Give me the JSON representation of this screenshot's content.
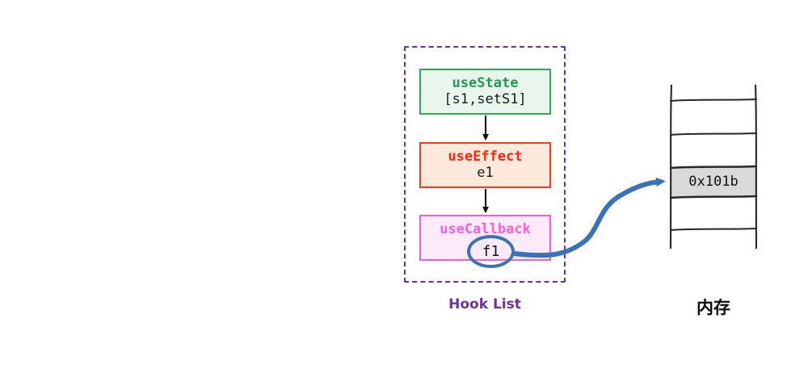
{
  "diagram": {
    "title_hooklist": "Hook List",
    "title_memory": "内存",
    "hooks": [
      {
        "name": "useState",
        "value": "[s1,setS1]",
        "border_color": "#2eaa5e",
        "fill_color": "#e9f6ec",
        "title_color": "#1f9a52"
      },
      {
        "name": "useEffect",
        "value": "e1",
        "border_color": "#f03b1f",
        "fill_color": "#fde9dc",
        "title_color": "#fb2912"
      },
      {
        "name": "useCallback",
        "value": "f1",
        "border_color": "#ef5fdc",
        "fill_color": "#fceaf9",
        "title_color": "#fb5ee2"
      }
    ],
    "memory": {
      "highlighted_address": "0x101b",
      "highlight_fill": "#d9d9d9",
      "cell_count": 5
    },
    "connector": {
      "color": "#3a72b8",
      "from": "f1",
      "to": "0x101b"
    },
    "container_border_color": "#6a2f9e"
  }
}
